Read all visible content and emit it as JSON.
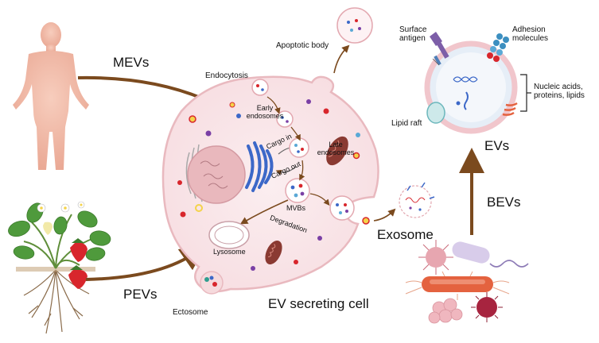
{
  "labels": {
    "mevs": "MEVs",
    "pevs": "PEVs",
    "bevs": "BEVs",
    "evs": "EVs",
    "exosome": "Exosome",
    "ev_secreting_cell": "EV secreting cell",
    "endocytosis": "Endocytosis",
    "early_endosomes_1": "Early",
    "early_endosomes_2": "endosomes",
    "late_endosomes_1": "Late",
    "late_endosomes_2": "endosomes",
    "cargo_in": "Cargo in",
    "cargo_out": "Cargo out",
    "mvbs": "MVBs",
    "degradation": "Degradation",
    "lysosome": "Lysosome",
    "ectosome": "Ectosome",
    "apoptotic_body": "Apoptotic body",
    "surface_antigen_1": "Surface",
    "surface_antigen_2": "antigen",
    "adhesion_molecules_1": "Adhesion",
    "adhesion_molecules_2": "molecules",
    "nucleic_acids_1": "Nucleic acids,",
    "nucleic_acids_2": "proteins, lipids",
    "lipid_raft": "Lipid raft"
  },
  "colors": {
    "cell_fill": "#f9e4e6",
    "cell_stroke": "#e9b9bf",
    "arrow": "#7b4a1e",
    "body_skin": "#f2b9a6",
    "golgi": "#3c68c8",
    "mitochondria": "#8a3a32",
    "nucleus": "#e9b8bd",
    "strawberry": "#d8262c",
    "leaf": "#4f9a3c"
  }
}
